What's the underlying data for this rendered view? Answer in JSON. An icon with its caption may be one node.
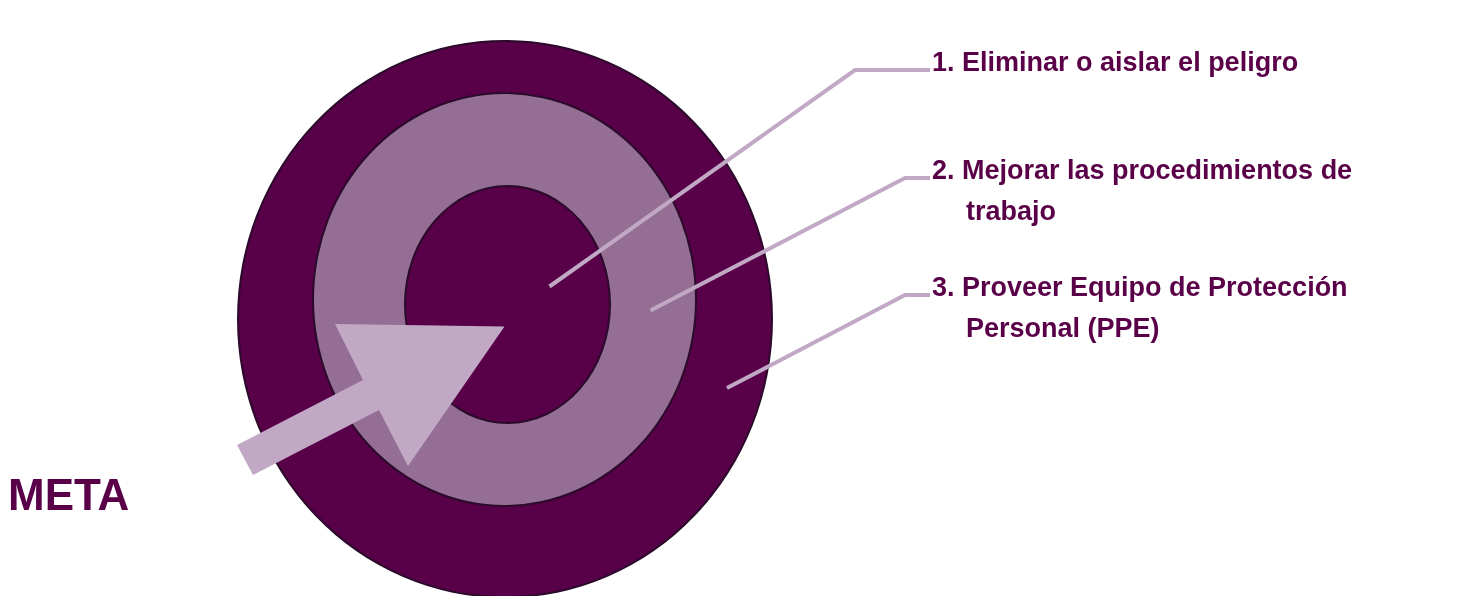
{
  "diagram": {
    "nodes": [
      {
        "text": [],
        "shape": "circle"
      },
      {
        "text": [],
        "shape": "circle",
        "in": 0
      },
      {
        "text": [],
        "shape": "circle",
        "in": 1
      },
      {
        "text": [
          "1. Eliminar o aislar el peligro"
        ]
      },
      {
        "text": [
          "2. Mejorar las procedimientos de trabajo"
        ]
      },
      {
        "text": [
          "3. Proveer Equipo de Protección Personal (PPE)"
        ]
      },
      {
        "text": [
          "META"
        ]
      }
    ],
    "edges": [
      {
        "from": 3,
        "to": 2,
        "arrow": "none"
      },
      {
        "from": 4,
        "to": 1,
        "arrow": "none"
      },
      {
        "from": 5,
        "to": 0,
        "arrow": "none"
      },
      {
        "from": 6,
        "to": 2,
        "arrow": "to",
        "style": "thick"
      }
    ]
  }
}
